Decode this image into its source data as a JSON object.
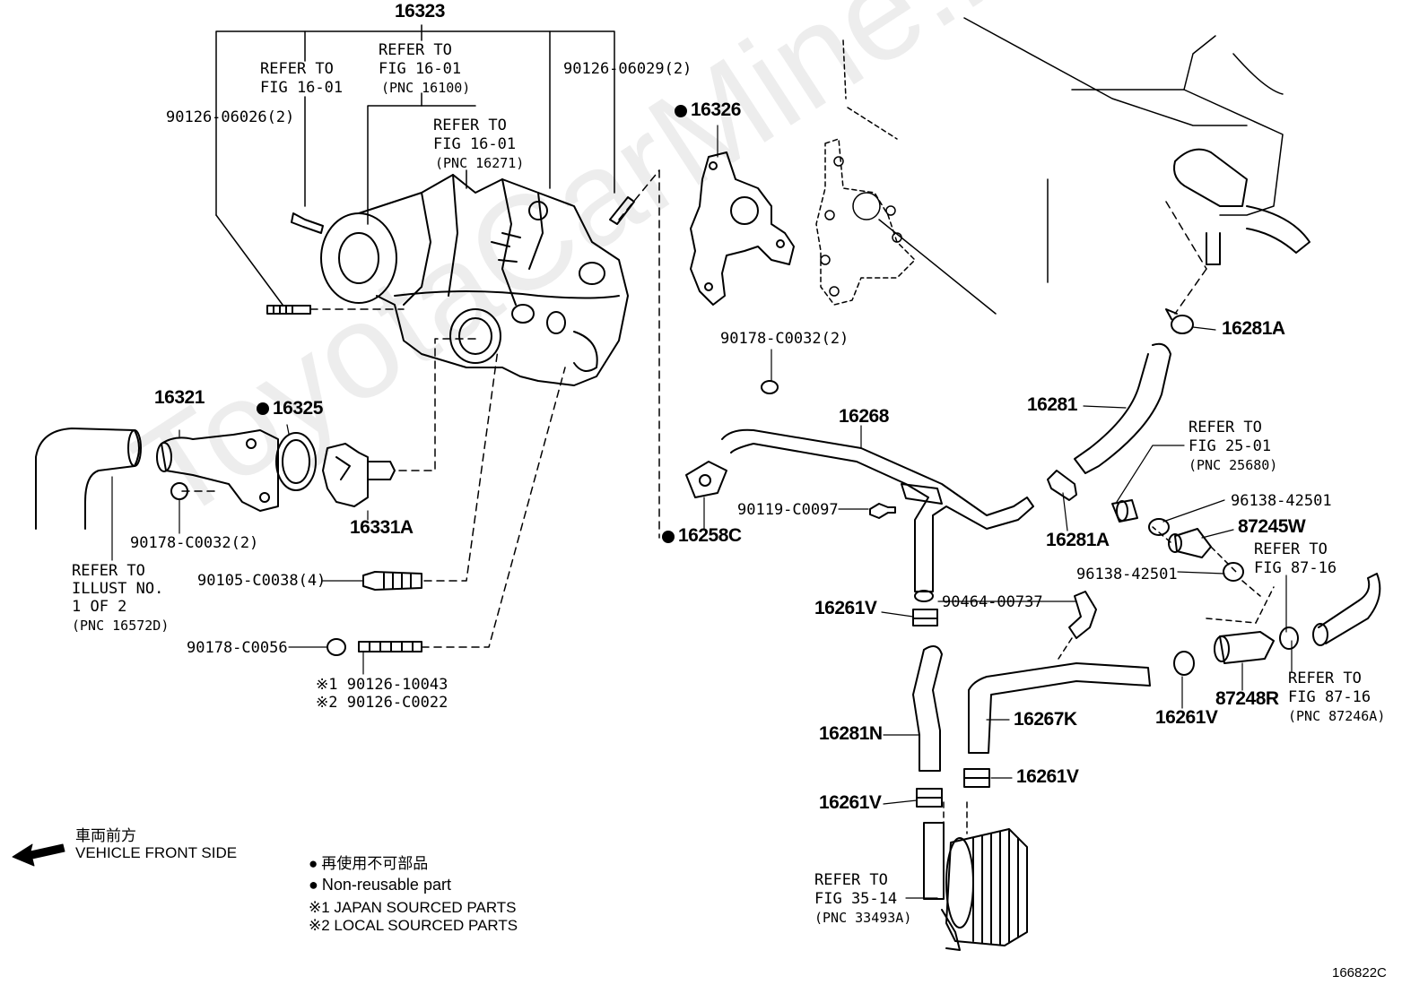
{
  "watermark": "ToyotaCarMine.ru",
  "figure_code": "166822C",
  "direction": {
    "jp": "車両前方",
    "en": "VEHICLE FRONT SIDE"
  },
  "legend": {
    "nonreusable_jp": "再使用不可部品",
    "nonreusable_en": "Non-reusable part",
    "japan": "※1 JAPAN SOURCED PARTS",
    "local": "※2 LOCAL SOURCED PARTS"
  },
  "labels": {
    "p16323": "16323",
    "ref1601_a": "REFER TO",
    "ref1601_a2": "FIG 16-01",
    "ref1601_b": "REFER TO",
    "ref1601_b2": "FIG 16-01",
    "ref1601_b3": "(PNC 16100)",
    "ref1601_c": "REFER TO",
    "ref1601_c2": "FIG 16-01",
    "ref1601_c3": "(PNC 16271)",
    "p90126_06029": "90126-06029(2)",
    "p90126_06026": "90126-06026(2)",
    "p16326": "16326",
    "p16321": "16321",
    "p16325": "16325",
    "p16331A": "16331A",
    "p90178_c0032_a": "90178-C0032(2)",
    "ref_illust_1": "REFER TO",
    "ref_illust_2": "ILLUST NO.",
    "ref_illust_3": "1 OF 2",
    "ref_illust_4": "(PNC 16572D)",
    "p90105_c0038": "90105-C0038(4)",
    "p90178_c0056": "90178-C0056",
    "p90126_10043": "※1 90126-10043",
    "p90126_c0022": "※2 90126-C0022",
    "p90178_c0032_b": "90178-C0032(2)",
    "p16268": "16268",
    "p16258C": "16258C",
    "p90119_c0097": "90119-C0097",
    "p16281A_top": "16281A",
    "p16281": "16281",
    "ref2501_1": "REFER TO",
    "ref2501_2": "FIG 25-01",
    "ref2501_3": "(PNC 25680)",
    "p96138_42501_a": "96138-42501",
    "p87245W": "87245W",
    "ref8716_a1": "REFER TO",
    "ref8716_a2": "FIG 87-16",
    "p96138_42501_b": "96138-42501",
    "p16281A_mid": "16281A",
    "p90464_00737": "90464-00737",
    "p16261V_a": "16261V",
    "p16281N": "16281N",
    "p16267K": "16267K",
    "p16261V_b": "16261V",
    "p16261V_c": "16261V",
    "p16261V_d": "16261V",
    "p87248R": "87248R",
    "ref8716_b1": "REFER TO",
    "ref8716_b2": "FIG 87-16",
    "ref8716_b3": "(PNC 87246A)",
    "ref3514_1": "REFER TO",
    "ref3514_2": "FIG 35-14",
    "ref3514_3": "(PNC 33493A)"
  }
}
